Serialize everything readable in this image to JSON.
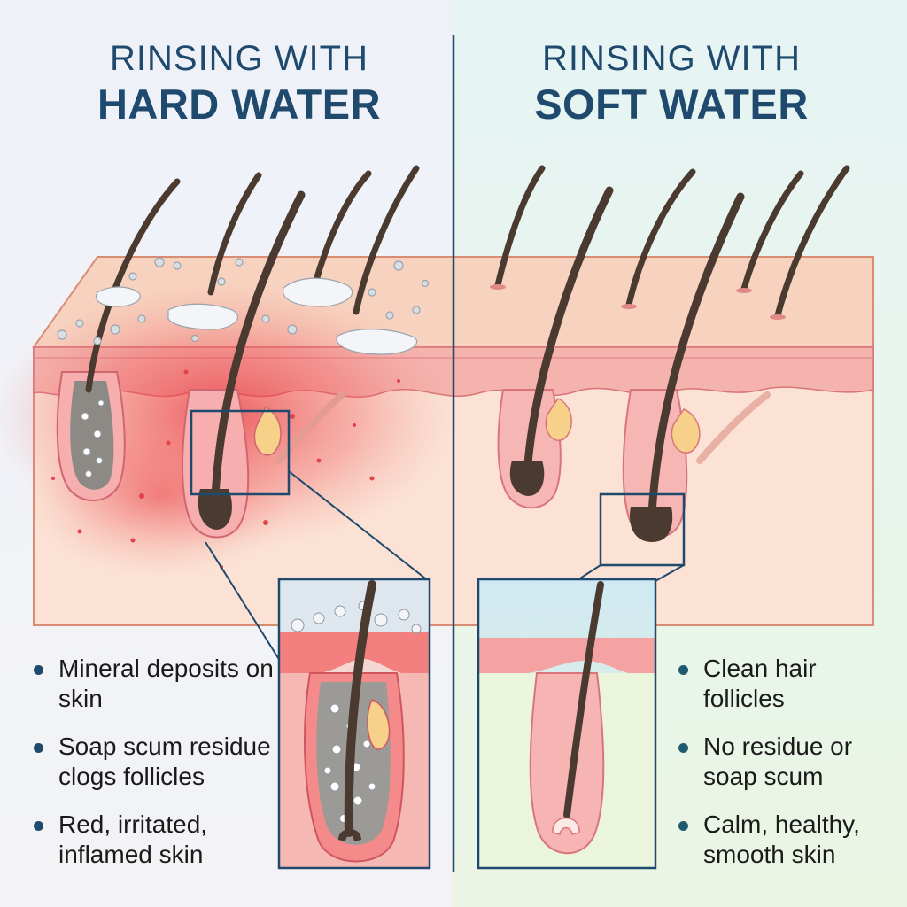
{
  "left": {
    "title_line1": "RINSING WITH",
    "title_line2": "HARD WATER",
    "bullets": [
      "Mineral deposits on skin",
      "Soap scum residue clogs follicles",
      "Red, irritated, inflamed skin"
    ]
  },
  "right": {
    "title_line1": "RINSING WITH",
    "title_line2": "SOFT WATER",
    "bullets": [
      "Clean hair follicles",
      "No residue or soap scum",
      "Calm, healthy, smooth skin"
    ]
  },
  "colors": {
    "title": "#1f4a6e",
    "bullet_dot": "#1f4a6e",
    "divider": "#1f4a6e",
    "skin_surface": "#f7d2bf",
    "skin_inner": "#fbe0d1",
    "epidermis": "#f2a5a5",
    "inflammation": "#e8323a",
    "hair": "#4a3a30",
    "mineral_deposit": "#d9dee3",
    "bg_left": "#eef2f7",
    "bg_right": "#e7f5ee"
  }
}
